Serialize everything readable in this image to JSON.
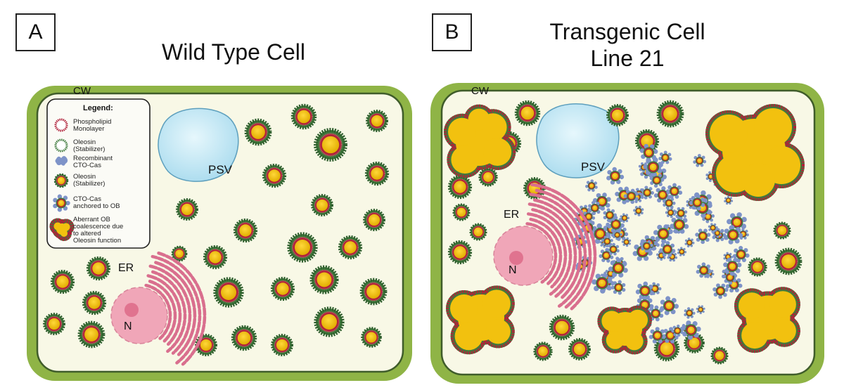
{
  "panels": [
    {
      "letter": "A",
      "title": "Wild Type Cell"
    },
    {
      "letter": "B",
      "title_line1": "Transgenic Cell",
      "title_line2": "Line 21"
    }
  ],
  "labels": {
    "cw": "CW",
    "psv": "PSV",
    "er": "ER",
    "nucleus": "N"
  },
  "legend": {
    "title": "Legend:",
    "items": [
      {
        "name": "phospholipid",
        "line1": "Phospholipid",
        "line2": "Monolayer"
      },
      {
        "name": "oleosin",
        "line1": "Oleosin",
        "line2": "(Stabilizer)"
      },
      {
        "name": "cto-cas",
        "line1": "Recombinant",
        "line2": "CTO-Cas"
      },
      {
        "name": "oil-body",
        "line1": "Oleosin",
        "line2": "(Stabilizer)"
      },
      {
        "name": "cto-cas-ob",
        "line1": "CTO-Cas",
        "line2": "anchored to OB"
      },
      {
        "name": "aberrant-ob",
        "line1": "Aberrant OB",
        "line2": "coalescence due",
        "line3": "to altered",
        "line4": "Oleosin function"
      }
    ]
  },
  "colors": {
    "cell_wall": "#8fb446",
    "cytoplasm": "#f8f8e6",
    "oil_core": "#f2c10f",
    "phospholipid": "#b0223a",
    "oleosin": "#3f7a3c",
    "cto_cas": "#7e93c8",
    "psv": "#c6e8f4",
    "nucleus": "#f0a6b8",
    "er": "#d96f8e"
  }
}
